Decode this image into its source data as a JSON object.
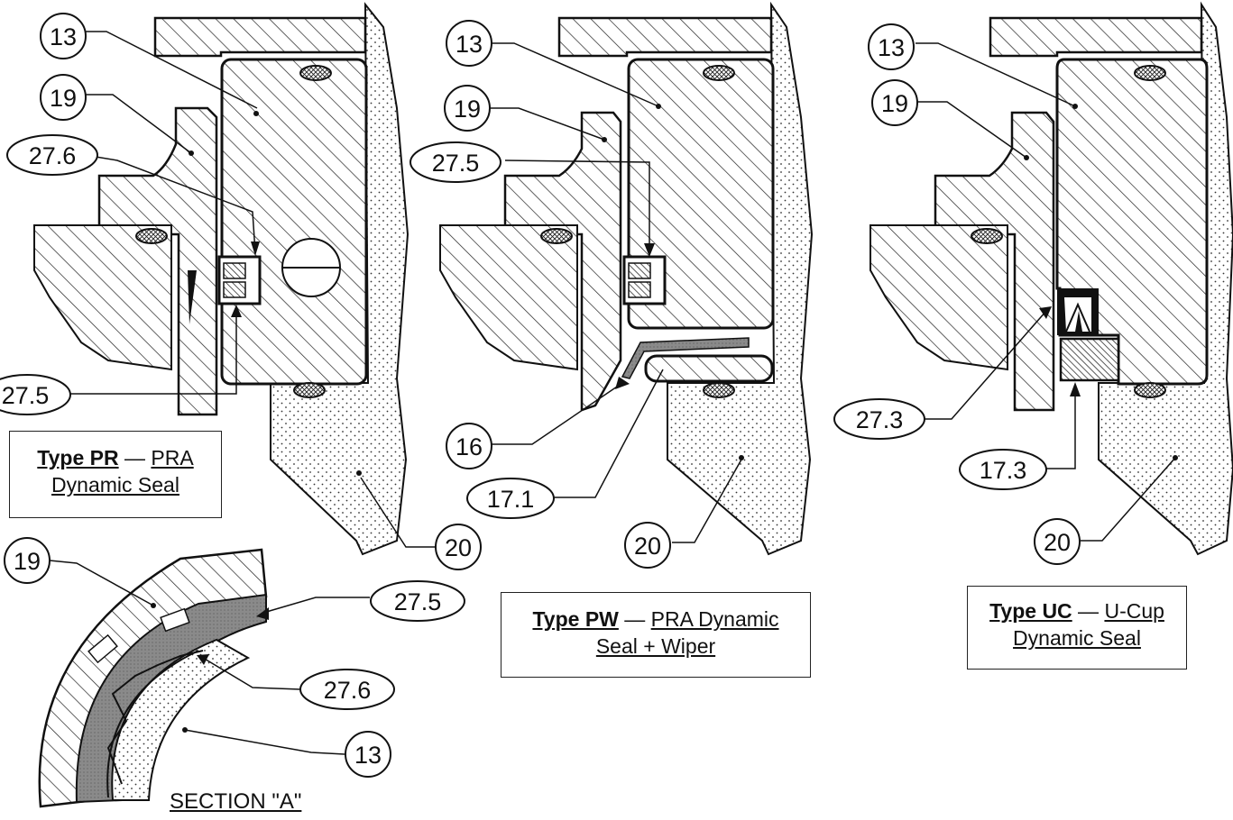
{
  "callouts": {
    "pr_13": "13",
    "pr_19": "19",
    "pr_27_6": "27.6",
    "pr_27_5": "27.5",
    "pr_20": "20",
    "pw_13": "13",
    "pw_19": "19",
    "pw_27_5": "27.5",
    "pw_16": "16",
    "pw_17_1": "17.1",
    "pw_20": "20",
    "uc_13": "13",
    "uc_19": "19",
    "uc_27_3": "27.3",
    "uc_17_3": "17.3",
    "uc_20": "20",
    "sa_19": "19",
    "sa_27_5": "27.5",
    "sa_27_6": "27.6",
    "sa_13": "13"
  },
  "captions": {
    "pr": {
      "type": "Type PR",
      "dash": " — ",
      "line1": "PRA",
      "line2": "Dynamic Seal"
    },
    "pw": {
      "type": "Type PW",
      "dash": " — ",
      "line1": "PRA Dynamic",
      "line2": "Seal + Wiper"
    },
    "uc": {
      "type": "Type UC",
      "dash": " — ",
      "line1": "U-Cup",
      "line2": "Dynamic Seal"
    }
  },
  "section_title": "SECTION \"A\""
}
